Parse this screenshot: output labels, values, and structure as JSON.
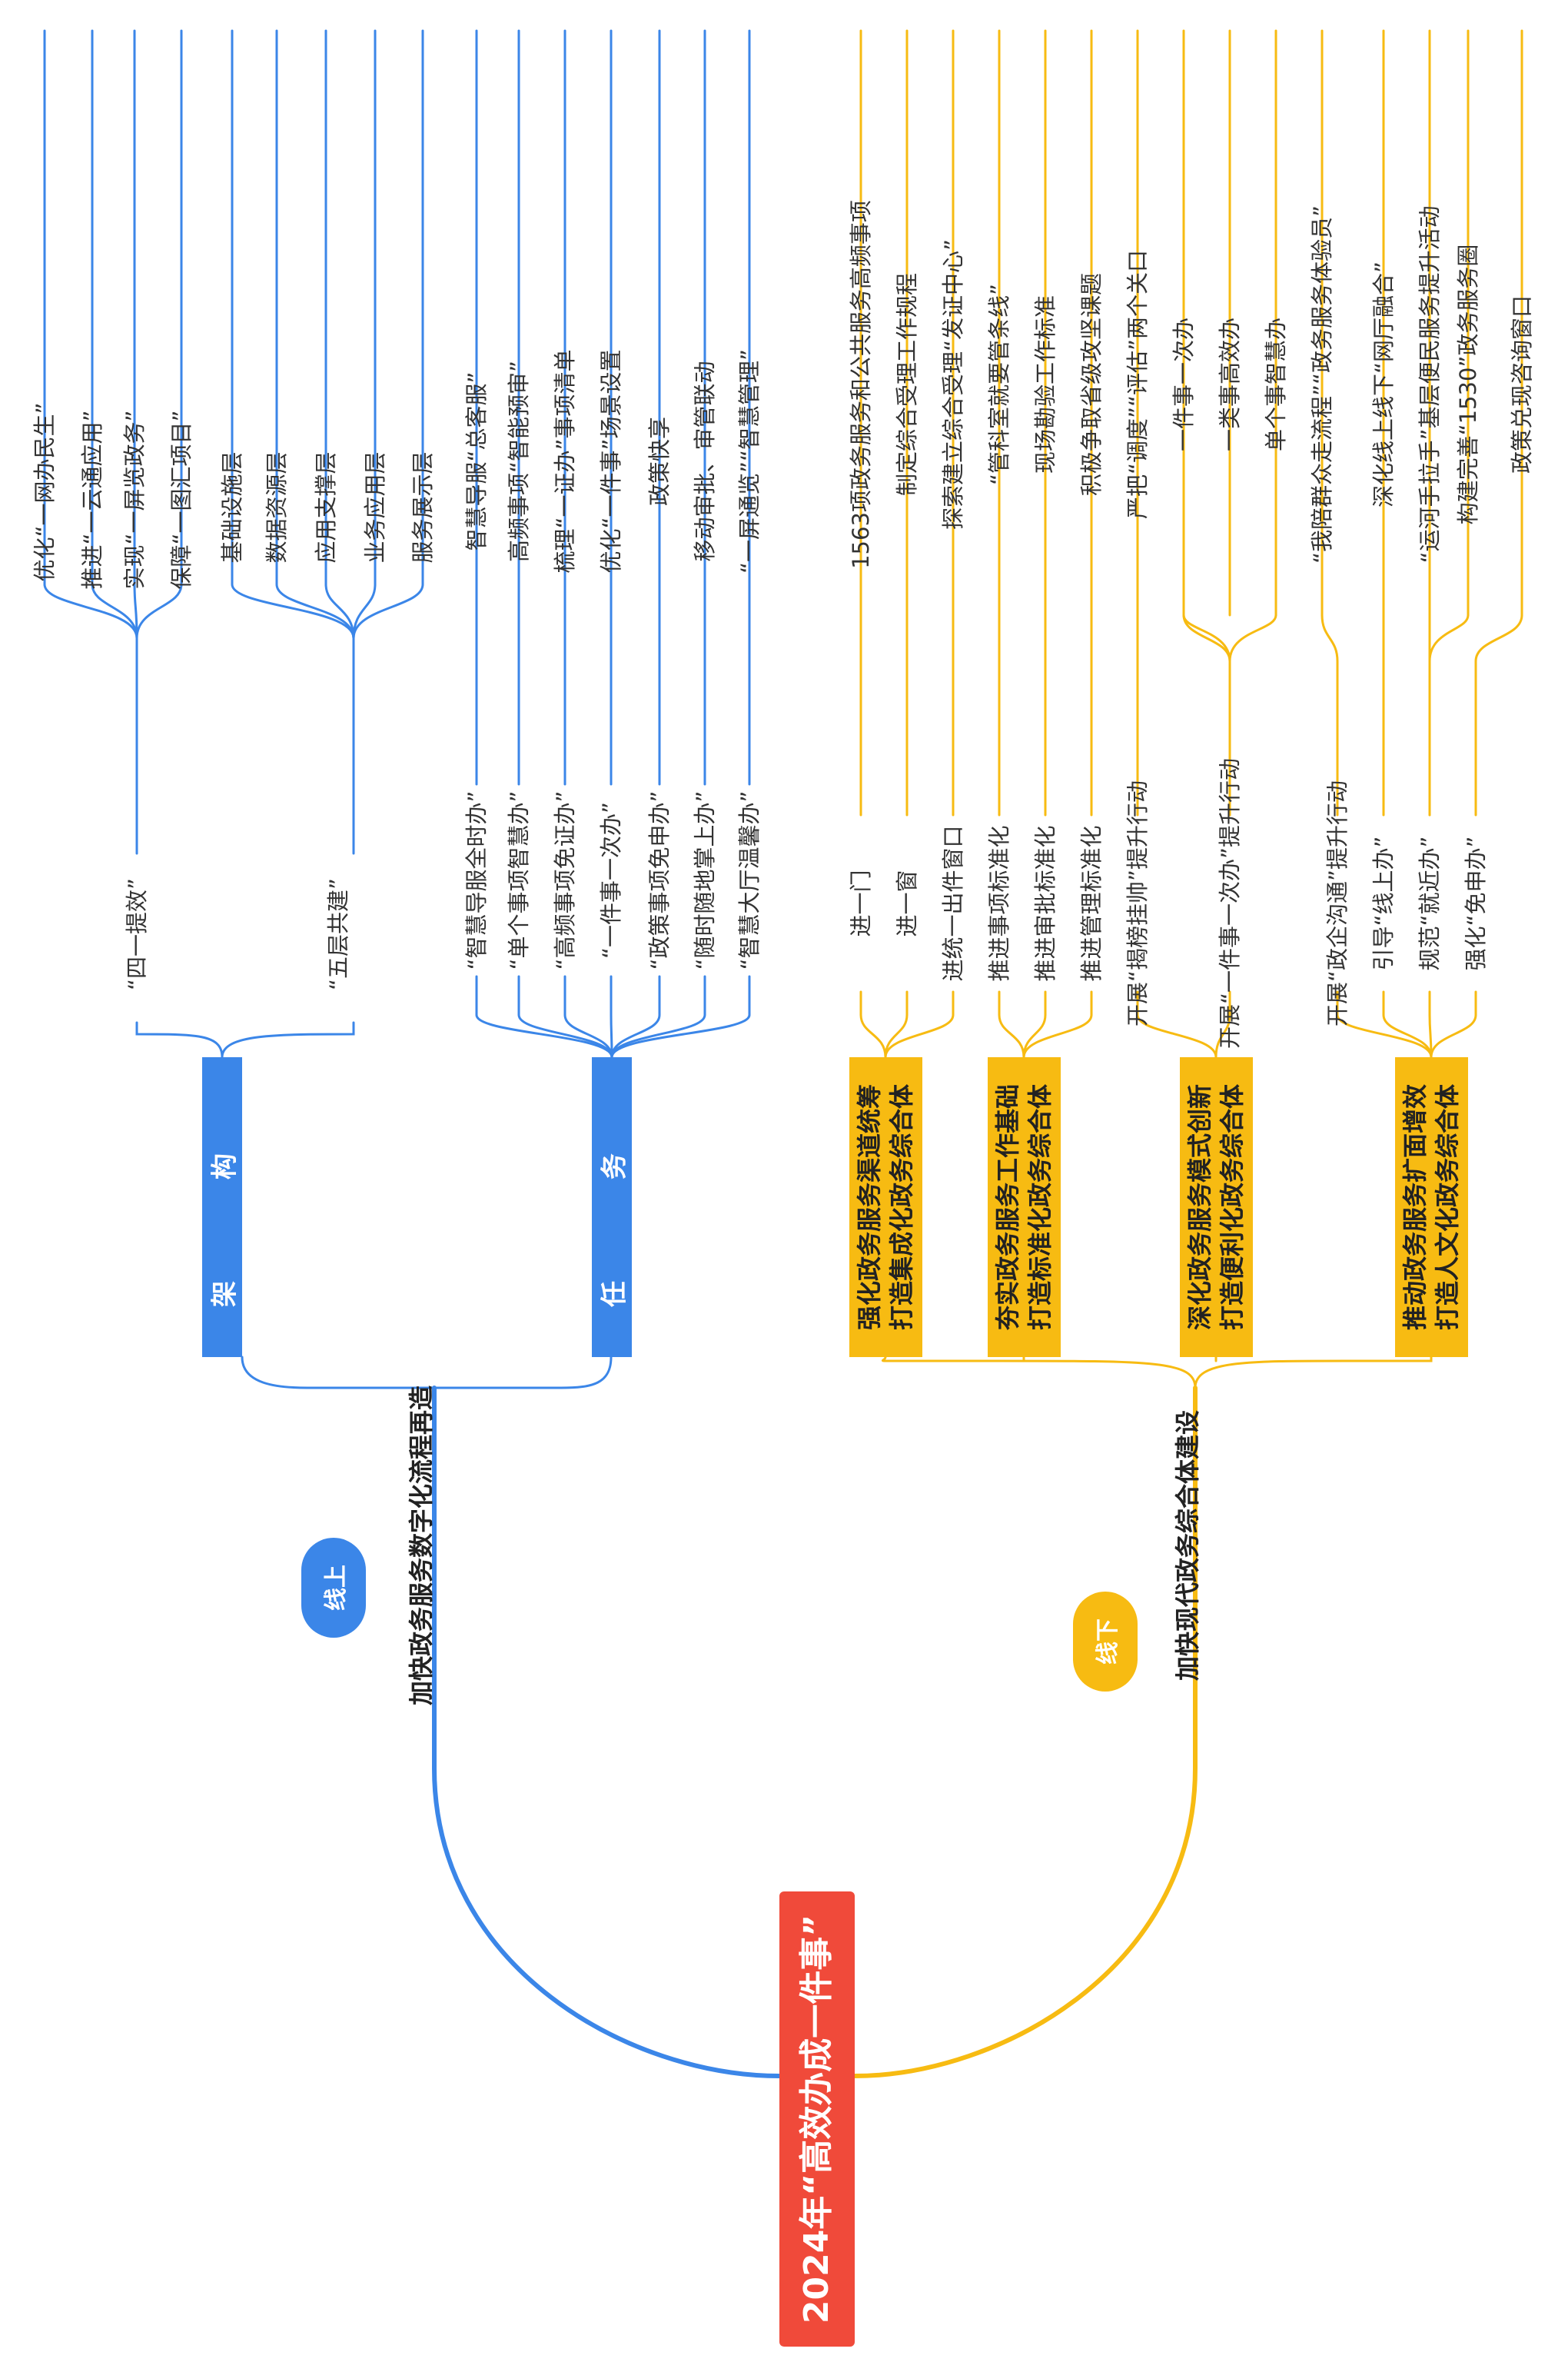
{
  "root": {
    "title": "2024年“高效办成一件事”"
  },
  "online": {
    "branch_title": "加快政务服务数字化流程再造",
    "tag": "线上",
    "architecture": {
      "label": "架 构",
      "groups": [
        {
          "label": "“四一提效”",
          "items": [
            "优化“一网办民生”",
            "推进“一云通应用”",
            "实现“一屏览政务”",
            "保障“一图汇项目”"
          ]
        },
        {
          "label": "“五层共建”",
          "items": [
            "基础设施层",
            "数据资源层",
            "应用支撑层",
            "业务应用层",
            "服务展示层"
          ]
        }
      ]
    },
    "tasks": {
      "label": "任 务",
      "rows": [
        {
          "left": "“智慧导服全时办”",
          "right": "智慧导服“总客服”"
        },
        {
          "left": "“单个事项智慧办”",
          "right": "高频事项“智能预审”"
        },
        {
          "left": "“高频事项免证办”",
          "right": "梳理“一证办”事项清单"
        },
        {
          "left": "“一件事一次办”",
          "right": "优化“一件事”场景设置"
        },
        {
          "left": "“政策事项免申办”",
          "right": "政策快享"
        },
        {
          "left": "“随时随地掌上办”",
          "right": "移动审批、审管联动"
        },
        {
          "left": "“智慧大厅温馨办”",
          "right": "“一屏通览”“智慧管理”"
        }
      ]
    }
  },
  "offline": {
    "branch_title": "加快现代政务综合体建设",
    "tag": "线下",
    "groups": [
      {
        "title": [
          "强化政务服务渠道统筹",
          "打造集成化政务综合体"
        ],
        "rows": [
          {
            "left": "进一门",
            "right": "1563项政务服务和公共服务高频事项"
          },
          {
            "left": "进一窗",
            "right": "制定综合受理工作规程"
          },
          {
            "left": "进统一出件窗口",
            "right": "探索建立综合受理“发证中心”"
          }
        ]
      },
      {
        "title": [
          "夯实政务服务工作基础",
          "打造标准化政务综合体"
        ],
        "rows": [
          {
            "left": "推进事项标准化",
            "right": "“管科室就要管条线”"
          },
          {
            "left": "推进审批标准化",
            "right": "现场勘验工作标准"
          },
          {
            "left": "推进管理标准化",
            "right": "积极争取省级攻坚课题"
          }
        ]
      },
      {
        "title": [
          "深化政务服务模式创新",
          "打造便利化政务综合体"
        ],
        "rows": [
          {
            "left": "开展“揭榜挂帅”提升行动",
            "right": "严把“调度”“评估”两个关口"
          },
          {
            "left": "开展“一件事一次办”提升行动",
            "right": "一件事一次办"
          },
          {
            "left": "",
            "right": "一类事高效办"
          },
          {
            "left": "",
            "right": "单个事智慧办"
          }
        ]
      },
      {
        "title": [
          "推动政务服务扩面增效",
          "打造人文化政务综合体"
        ],
        "rows": [
          {
            "left": "开展“政企沟通”提升行动",
            "right": "“我陪群众走流程”“政务服务体验员”"
          },
          {
            "left": "引导“线上办”",
            "right": "深化线上线下“网厅融合”"
          },
          {
            "left": "规范“就近办”",
            "right": "“运河手拉手”基层便民服务提升活动"
          },
          {
            "left": "",
            "right": "构建完善“1530”政务服务圈"
          },
          {
            "left": "强化“免申办”",
            "right": "政策兑现咨询窗口"
          }
        ]
      }
    ]
  },
  "colors": {
    "root": "#f04a3a",
    "online": "#3b86e8",
    "offline": "#f7bb12"
  }
}
